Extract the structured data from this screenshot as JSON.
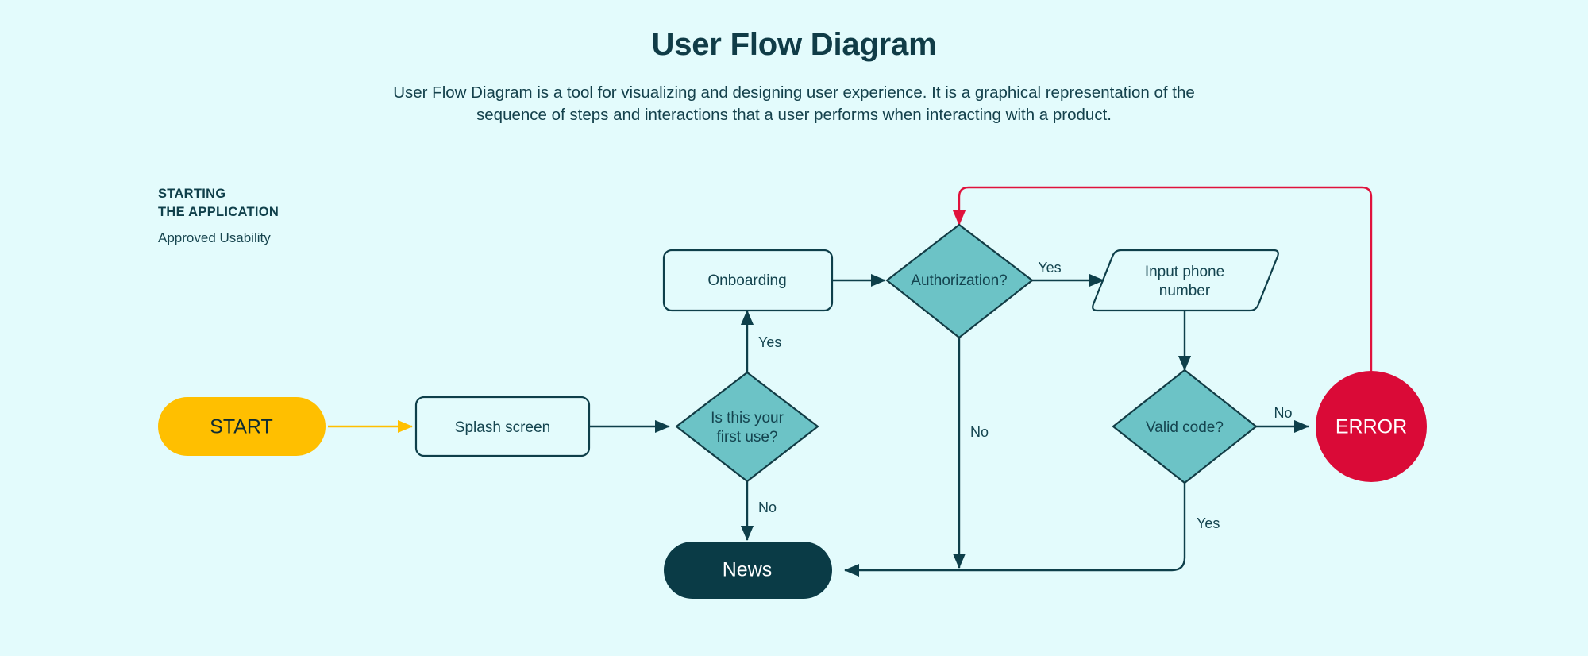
{
  "header": {
    "title": "User Flow Diagram",
    "description": "User Flow Diagram is a tool for visualizing and designing user experience. It is a graphical representation of the sequence of steps and interactions that a user performs when interacting with a product."
  },
  "caption": {
    "line1": "STARTING",
    "line2": "THE APPLICATION",
    "sub": "Approved Usability"
  },
  "nodes": {
    "start": {
      "label": "START",
      "shape": "pill",
      "fill": "#ffbf00",
      "text_color": "#0d2b33"
    },
    "splash": {
      "label": "Splash screen",
      "shape": "rounded-rect",
      "fill": "none",
      "stroke": "#0e3f4a"
    },
    "first_use": {
      "label_line1": "Is this your",
      "label_line2": "first use?",
      "shape": "diamond",
      "fill": "#6cc3c6",
      "stroke": "#123c45"
    },
    "onboarding": {
      "label": "Onboarding",
      "shape": "rounded-rect",
      "fill": "none",
      "stroke": "#0e3f4a"
    },
    "authorization": {
      "label": "Authorization?",
      "shape": "diamond",
      "fill": "#6cc3c6",
      "stroke": "#123c45"
    },
    "input_phone": {
      "label_line1": "Input phone",
      "label_line2": "number",
      "shape": "parallelogram",
      "fill": "none",
      "stroke": "#0e3f4a"
    },
    "valid_code": {
      "label": "Valid code?",
      "shape": "diamond",
      "fill": "#6cc3c6",
      "stroke": "#123c45"
    },
    "error": {
      "label": "ERROR",
      "shape": "circle",
      "fill": "#da0a37",
      "text_color": "#ffffff"
    },
    "news": {
      "label": "News",
      "shape": "pill",
      "fill": "#0a3b46",
      "text_color": "#ffffff"
    }
  },
  "edges": [
    {
      "from": "start",
      "to": "splash",
      "label": "",
      "color": "#ffbf00"
    },
    {
      "from": "splash",
      "to": "first_use",
      "label": "",
      "color": "#0e3f4a"
    },
    {
      "from": "first_use",
      "to": "onboarding",
      "label": "Yes",
      "color": "#0e3f4a"
    },
    {
      "from": "first_use",
      "to": "news",
      "label": "No",
      "color": "#0e3f4a"
    },
    {
      "from": "onboarding",
      "to": "authorization",
      "label": "",
      "color": "#0e3f4a"
    },
    {
      "from": "authorization",
      "to": "input_phone",
      "label": "Yes",
      "color": "#0e3f4a"
    },
    {
      "from": "authorization",
      "to": "news",
      "label": "No",
      "color": "#0e3f4a"
    },
    {
      "from": "input_phone",
      "to": "valid_code",
      "label": "",
      "color": "#0e3f4a"
    },
    {
      "from": "valid_code",
      "to": "error",
      "label": "No",
      "color": "#0e3f4a"
    },
    {
      "from": "valid_code",
      "to": "news",
      "label": "Yes",
      "color": "#0e3f4a"
    },
    {
      "from": "error",
      "to": "authorization",
      "label": "",
      "color": "#e0123c"
    }
  ],
  "edge_labels": {
    "first_use_yes": "Yes",
    "first_use_no": "No",
    "auth_yes": "Yes",
    "auth_no": "No",
    "valid_no": "No",
    "valid_yes": "Yes"
  },
  "colors": {
    "background": "#e3fbfc",
    "ink": "#0e3f4a",
    "teal_fill": "#6cc3c6",
    "amber": "#ffbf00",
    "crimson": "#da0a37",
    "dark_pill": "#0a3b46"
  }
}
